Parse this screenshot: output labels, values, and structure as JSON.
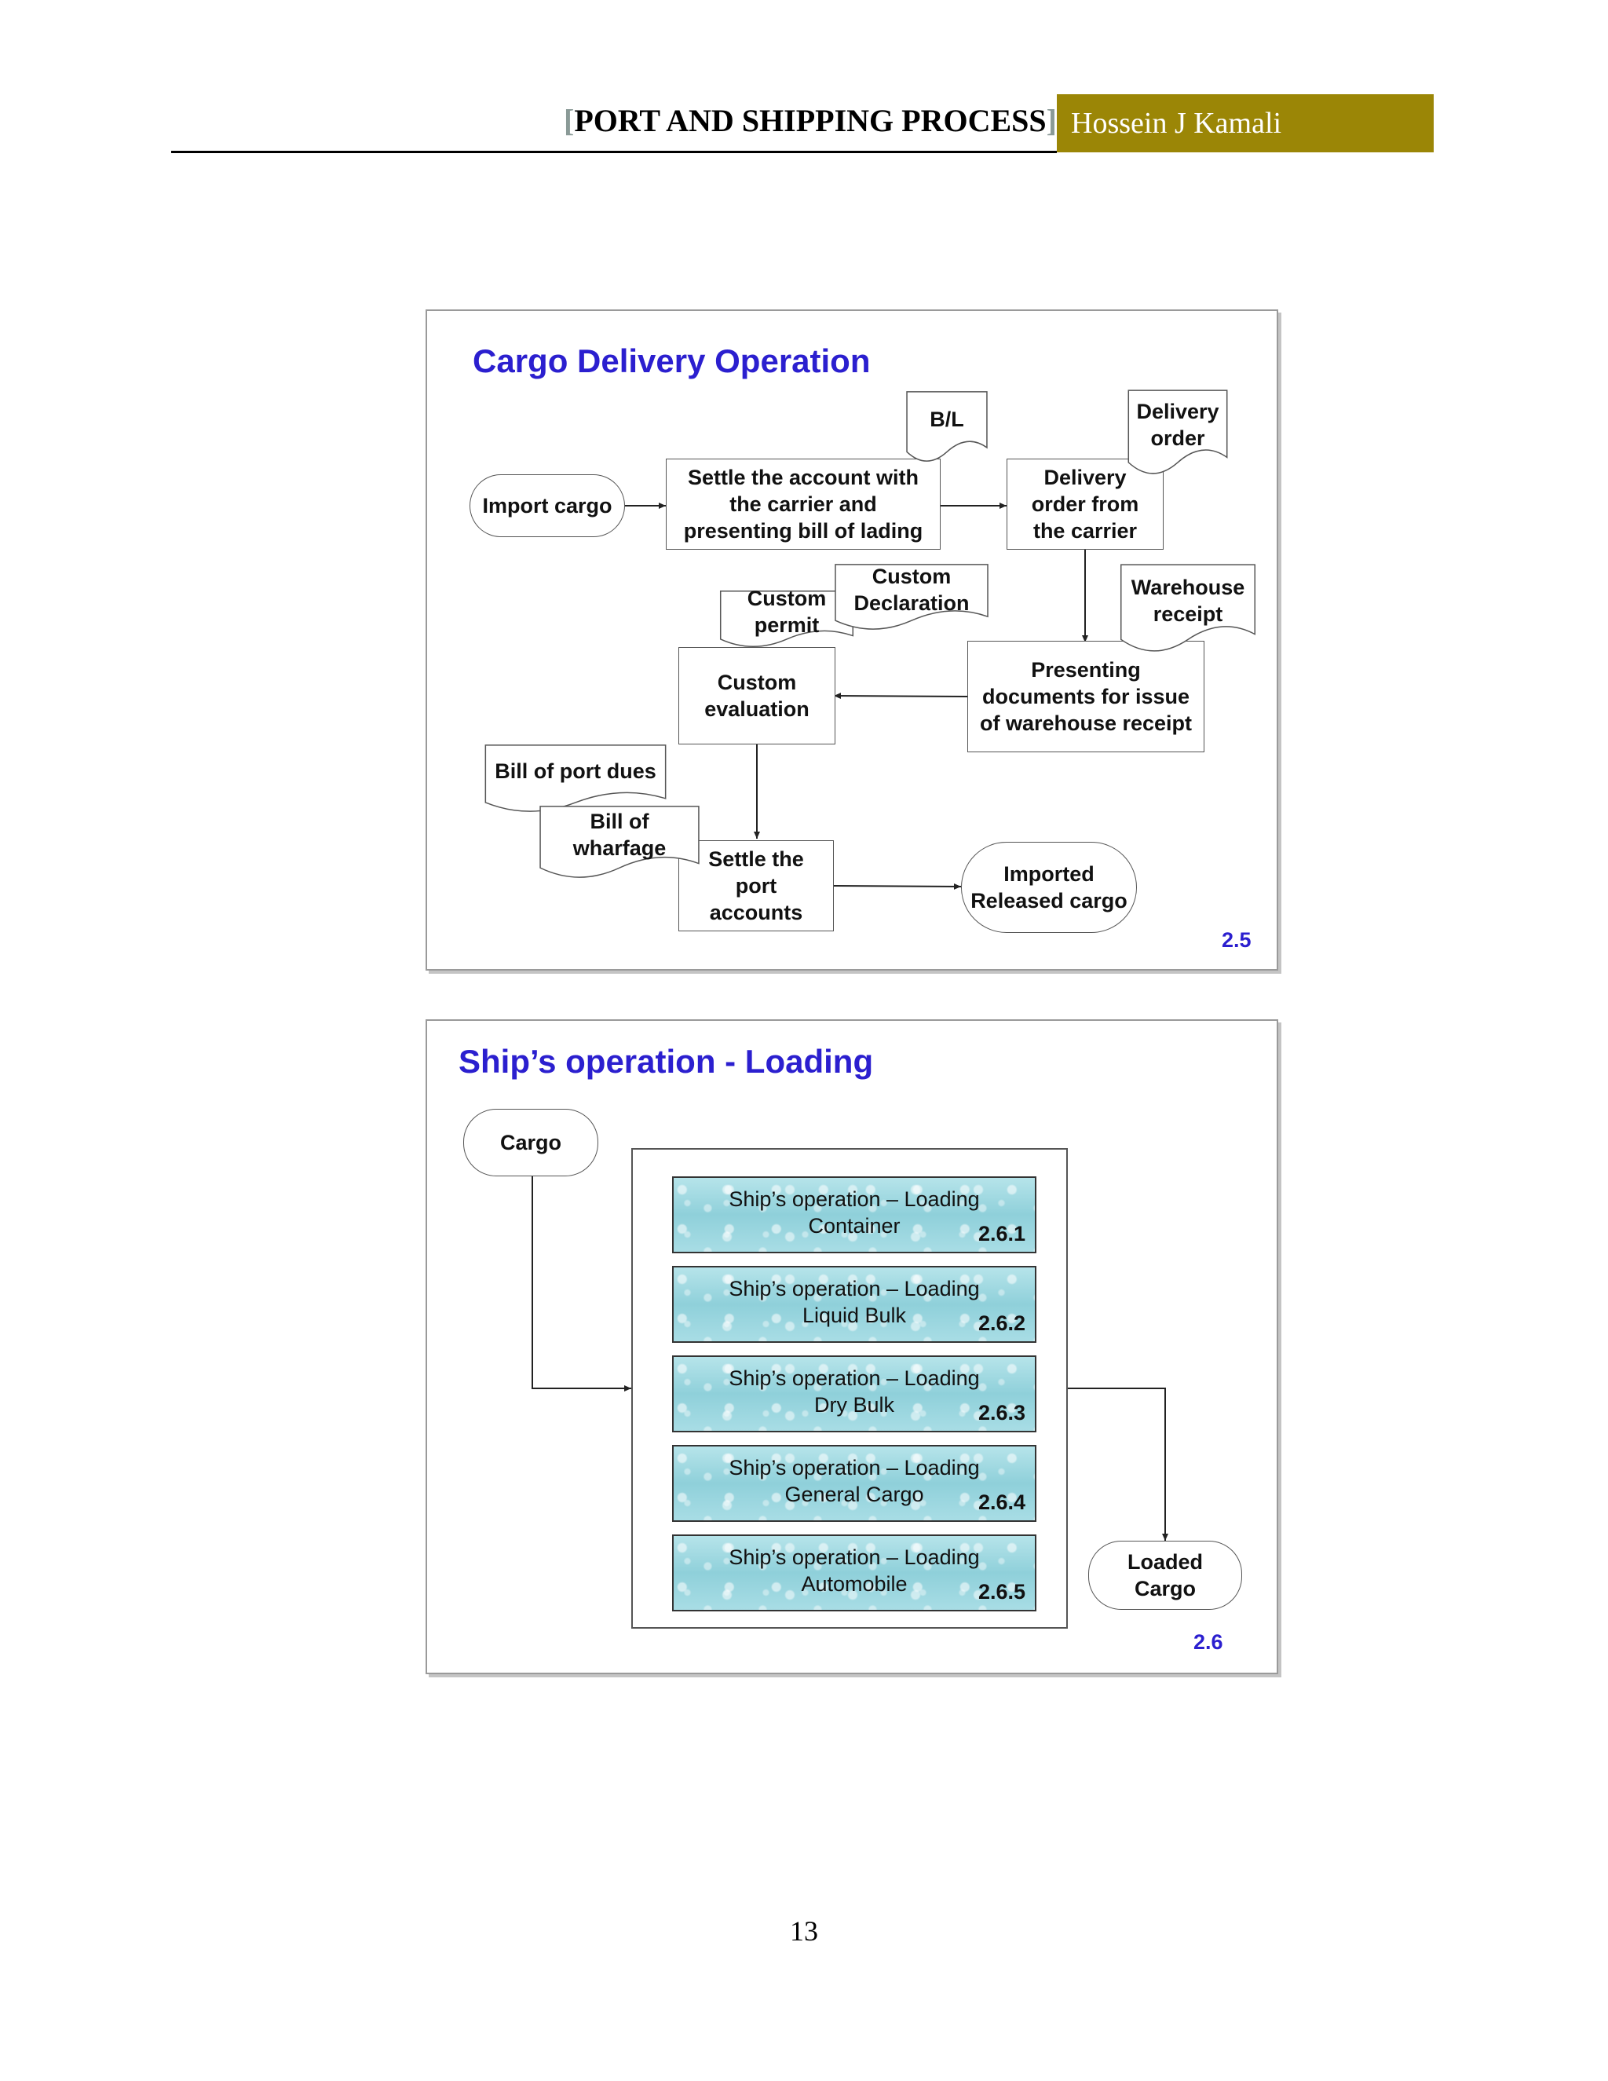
{
  "header": {
    "title_open": "[",
    "title": "PORT AND SHIPPING PROCESS",
    "title_close": "]",
    "author": "Hossein J Kamali"
  },
  "slide1": {
    "title": "Cargo Delivery  Operation",
    "number": "2.5",
    "nodes": {
      "import_cargo": "Import cargo",
      "settle_account": "Settle the account with\nthe carrier and\npresenting bill of lading",
      "delivery_order_carrier": "Delivery\norder from\nthe carrier",
      "custom_evaluation": "Custom\nevaluation",
      "presenting_documents": "Presenting\ndocuments for issue\nof warehouse receipt",
      "settle_port": "Settle the\nport\naccounts",
      "imported_released": "Imported\nReleased cargo"
    },
    "documents": {
      "bl": "B/L",
      "delivery_order": "Delivery\norder",
      "custom_declaration": "Custom\nDeclaration",
      "custom_permit": "Custom\npermit",
      "warehouse_receipt": "Warehouse\nreceipt",
      "bill_port_dues": "Bill of port dues",
      "bill_wharfage": "Bill of\nwharfage"
    }
  },
  "slide2": {
    "title": "Ship’s operation - Loading",
    "number": "2.6",
    "cargo": "Cargo",
    "loaded_cargo": "Loaded\nCargo",
    "operations": [
      {
        "line1": "Ship’s operation – Loading",
        "line2": "Container",
        "num": "2.6.1"
      },
      {
        "line1": "Ship’s operation – Loading",
        "line2": "Liquid Bulk",
        "num": "2.6.2"
      },
      {
        "line1": "Ship’s operation – Loading",
        "line2": "Dry Bulk",
        "num": "2.6.3"
      },
      {
        "line1": "Ship’s operation – Loading",
        "line2": "General Cargo",
        "num": "2.6.4"
      },
      {
        "line1": "Ship’s operation – Loading",
        "line2": "Automobile",
        "num": "2.6.5"
      }
    ]
  },
  "page_number": "13"
}
